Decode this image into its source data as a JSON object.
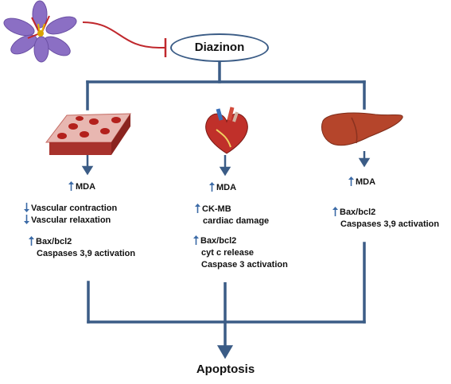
{
  "diazinon": "Diazinon",
  "apoptosis": "Apoptosis",
  "vessel": {
    "mda": "MDA",
    "vascular_contraction": "Vascular contraction",
    "vascular_relaxation": "Vascular relaxation",
    "bax": "Bax/bcl2",
    "caspases": "Caspases 3,9 activation"
  },
  "heart": {
    "mda": "MDA",
    "ckmb": "CK-MB",
    "cardiac_damage": "cardiac damage",
    "bax": "Bax/bcl2",
    "cytc": "cyt c release",
    "caspase3": "Caspase 3 activation"
  },
  "liver": {
    "mda": "MDA",
    "bax": "Bax/bcl2",
    "caspases": "Caspases 3,9 activation"
  },
  "colors": {
    "connector": "#3b5c86",
    "inhibition": "#c0282d",
    "up_arrow": "#3b6aa6",
    "saffron_petal": "#8b6fc4",
    "heart": "#c0302a",
    "liver": "#b5452b"
  },
  "icons": [
    "saffron-flower-icon",
    "blood-vessel-icon",
    "heart-icon",
    "liver-icon",
    "up-arrow-icon",
    "down-arrow-icon"
  ]
}
